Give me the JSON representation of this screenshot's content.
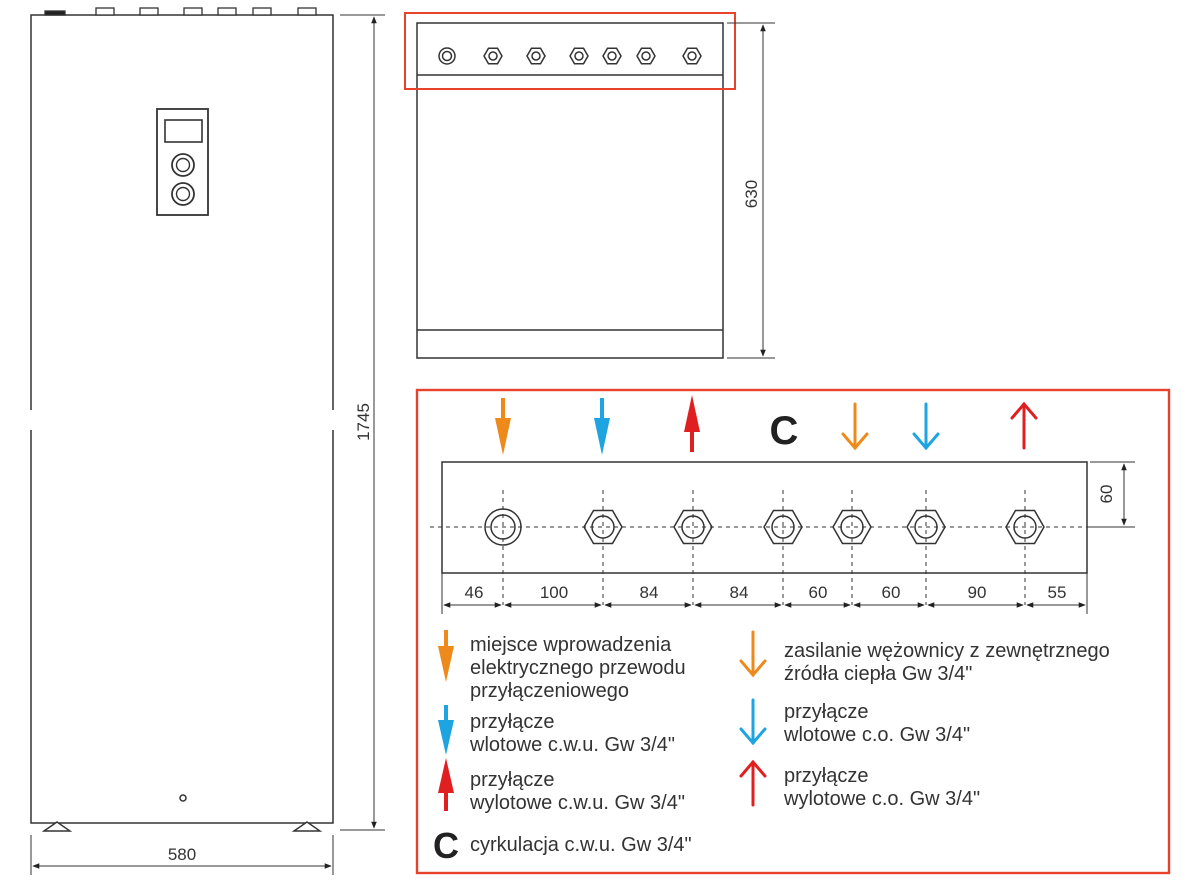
{
  "colors": {
    "orange": "#ee8a1c",
    "blue": "#1ea4e0",
    "red": "#e02020",
    "frame": "#e8412c",
    "line": "#333333"
  },
  "dimensions": {
    "unit_height": "1745",
    "unit_width": "580",
    "top_depth": "630",
    "bar_height": "60",
    "spacings": [
      "46",
      "100",
      "84",
      "84",
      "60",
      "60",
      "90",
      "55"
    ]
  },
  "connections_row": {
    "c_label": "C"
  },
  "legend": {
    "items": [
      {
        "icon": "orange-filled-arrow-down-icon",
        "lines": [
          "miejsce wprowadzenia",
          "elektrycznego przewodu",
          "przyłączeniowego"
        ]
      },
      {
        "icon": "blue-filled-arrow-down-icon",
        "lines": [
          "przyłącze",
          "wlotowe c.w.u. Gw 3/4\""
        ]
      },
      {
        "icon": "red-filled-arrow-up-icon",
        "lines": [
          "przyłącze",
          "wylotowe c.w.u. Gw 3/4\""
        ]
      },
      {
        "icon": "c-letter-icon",
        "symbol": "C",
        "lines": [
          "cyrkulacja c.w.u. Gw 3/4\""
        ]
      },
      {
        "icon": "orange-outline-arrow-down-icon",
        "lines": [
          "zasilanie wężownicy z zewnętrznego",
          "źródła ciepła Gw 3/4\""
        ]
      },
      {
        "icon": "blue-outline-arrow-down-icon",
        "lines": [
          "przyłącze",
          "wlotowe c.o. Gw 3/4\""
        ]
      },
      {
        "icon": "red-outline-arrow-up-icon",
        "lines": [
          "przyłącze",
          "wylotowe c.o. Gw 3/4\""
        ]
      }
    ]
  }
}
